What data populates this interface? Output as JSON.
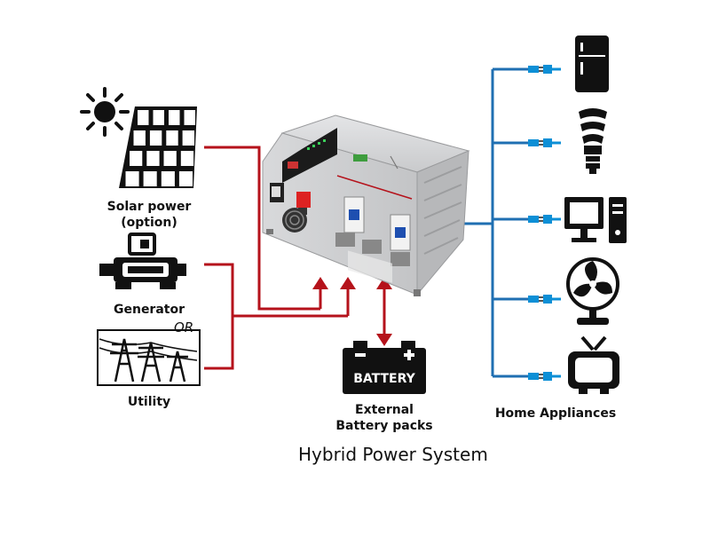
{
  "sources": {
    "solar": {
      "label_line1": "Solar power",
      "label_line2": "(option)"
    },
    "generator": {
      "label": "Generator"
    },
    "or_text": "OR",
    "utility": {
      "label": "Utility"
    }
  },
  "battery": {
    "box_text": "BATTERY",
    "label_line1": "External",
    "label_line2": "Battery packs"
  },
  "appliances": {
    "label": "Home Appliances",
    "items": [
      "fridge-icon",
      "bulb-icon",
      "computer-icon",
      "fan-icon",
      "tv-icon"
    ]
  },
  "title": "Hybrid Power System",
  "colors": {
    "input_line": "#b5121b",
    "output_line": "#1f6fb2",
    "connector": "#0d8fd6",
    "inverter_body": "#cfd0d2"
  }
}
